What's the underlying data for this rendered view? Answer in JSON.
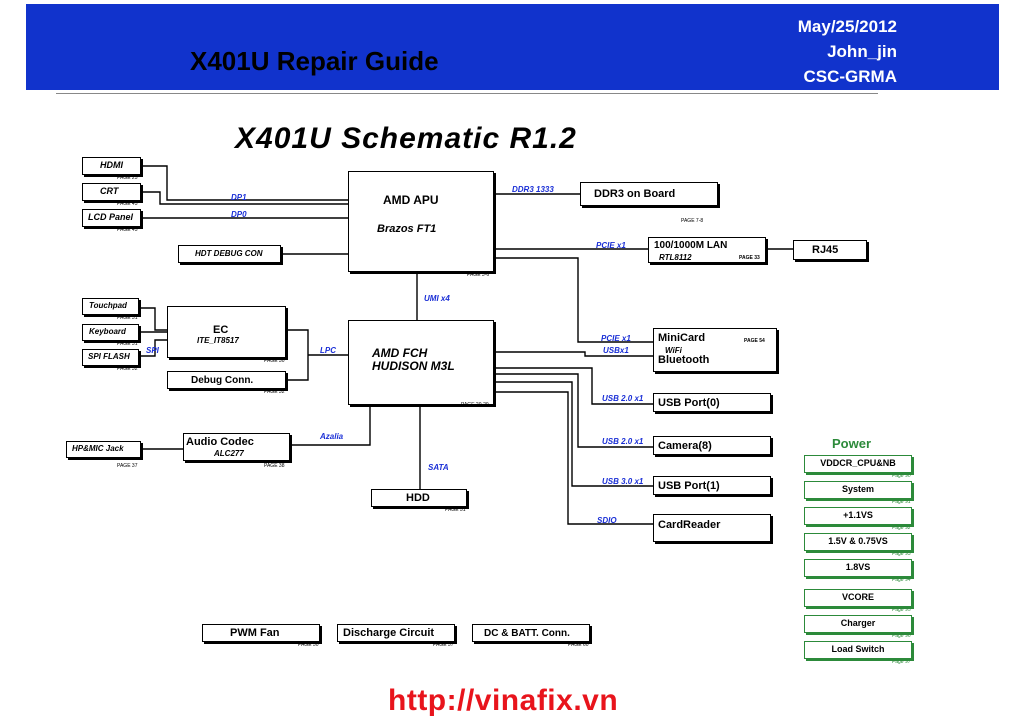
{
  "header": {
    "title": "X401U Repair Guide",
    "date": "May/25/2012",
    "author": "John_jin",
    "dept": "CSC-GRMA"
  },
  "schematic_title": "X401U Schematic R1.2",
  "blocks": {
    "hdmi": {
      "label": "HDMI",
      "page": "PAGE 25"
    },
    "crt": {
      "label": "CRT",
      "page": "PAGE 45"
    },
    "lcd": {
      "label": "LCD Panel",
      "page": "PAGE 45"
    },
    "hdt": {
      "label": "HDT DEBUG CON"
    },
    "apu": {
      "label": "AMD APU",
      "sub": "Brazos FT1",
      "page": "PAGE 3-6"
    },
    "ddr3": {
      "label": "DDR3 on Board",
      "page": "PAGE 7-8"
    },
    "lan": {
      "label": "100/1000M LAN",
      "sub": "RTL8112",
      "page": "PAGE 33"
    },
    "rj45": {
      "label": "RJ45"
    },
    "touchpad": {
      "label": "Touchpad",
      "page": "PAGE 31"
    },
    "keyboard": {
      "label": "Keyboard",
      "page": "PAGE 31"
    },
    "spiflash": {
      "label": "SPI FLASH",
      "page": "PAGE 32"
    },
    "ec": {
      "label": "EC",
      "sub": "ITE_IT8517",
      "page": "PAGE 30"
    },
    "debug": {
      "label": "Debug Conn.",
      "page": "PAGE 32"
    },
    "fch": {
      "label": "AMD FCH",
      "sub": "HUDISON M3L",
      "page": "PAGE 20-29"
    },
    "minicard": {
      "label": "MiniCard",
      "sub1": "WiFi",
      "sub2": "Bluetooth",
      "page": "PAGE 54"
    },
    "usbport0": {
      "label": "USB Port(0)"
    },
    "camera": {
      "label": "Camera(8)"
    },
    "usbport1": {
      "label": "USB Port(1)"
    },
    "cardreader": {
      "label": "CardReader"
    },
    "hpmic": {
      "label": "HP&MIC Jack",
      "page": "PAGE 37"
    },
    "audio": {
      "label": "Audio Codec",
      "sub": "ALC277",
      "page": "PAGE 38"
    },
    "hdd": {
      "label": "HDD",
      "page": "PAGE 51"
    },
    "pwmfan": {
      "label": "PWM Fan",
      "page": "PAGE 50"
    },
    "discharge": {
      "label": "Discharge Circuit",
      "page": "PAGE 57"
    },
    "dcbatt": {
      "label": "DC & BATT. Conn.",
      "page": "PAGE 60"
    }
  },
  "buses": {
    "dp1": "DP1",
    "dp0": "DP0",
    "ddr3": "DDR3 1333",
    "pcie_lan": "PCIE x1",
    "umi": "UMI x4",
    "pcie_mini": "PCIE x1",
    "usb_mini": "USBx1",
    "spi": "SPI",
    "lpc": "LPC",
    "usb20a": "USB 2.0 x1",
    "usb20b": "USB 2.0 x1",
    "azalia": "Azalia",
    "sata": "SATA",
    "usb30": "USB 3.0 x1",
    "sdio": "SDIO"
  },
  "power": {
    "title": "Power",
    "items": [
      {
        "label": "VDDCR_CPU&NB",
        "page": "Page 90"
      },
      {
        "label": "System",
        "page": "Page 91"
      },
      {
        "label": "+1.1VS",
        "page": "Page 92"
      },
      {
        "label": "1.5V & 0.75VS",
        "page": "Page 93"
      },
      {
        "label": "1.8VS",
        "page": "Page 94"
      },
      {
        "label": "VCORE",
        "page": "Page 95"
      },
      {
        "label": "Charger",
        "page": "Page 96"
      },
      {
        "label": "Load Switch",
        "page": "Page 97"
      }
    ]
  },
  "footer_url": "http://vinafix.vn",
  "colors": {
    "banner": "#1133cc",
    "bus": "#1a2fd6",
    "power": "#2c8a3a",
    "url": "#e8141c"
  }
}
